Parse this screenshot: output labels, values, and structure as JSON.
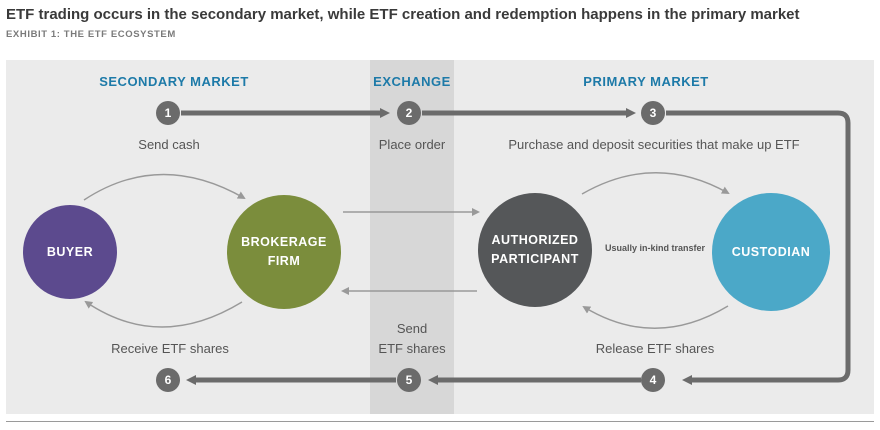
{
  "title": "ETF trading occurs in the secondary market, while ETF creation and redemption happens in the primary market",
  "subtitle": "EXHIBIT 1: THE ETF ECOSYSTEM",
  "sections": {
    "secondary": "SECONDARY MARKET",
    "exchange": "EXCHANGE",
    "primary": "PRIMARY MARKET"
  },
  "nodes": {
    "buyer": "BUYER",
    "brokerage": "BROKERAGE\nFIRM",
    "ap": "AUTHORIZED\nPARTICIPANT",
    "custodian": "CUSTODIAN"
  },
  "steps": {
    "s1": "1",
    "s2": "2",
    "s3": "3",
    "s4": "4",
    "s5": "5",
    "s6": "6"
  },
  "labels": {
    "send_cash": "Send cash",
    "place_order": "Place order",
    "purchase": "Purchase and deposit securities that make up ETF",
    "receive": "Receive ETF shares",
    "send_etf_1": "Send",
    "send_etf_2": "ETF shares",
    "release": "Release ETF shares",
    "in_kind": "Usually in-kind transfer"
  },
  "colors": {
    "heading": "#1d7aa8",
    "buyer": "#5c4a8e",
    "brokerage": "#7b8d3c",
    "ap": "#555759",
    "custodian": "#4ba8c8",
    "step": "#6b6b6b",
    "flow_arrow": "#6b6b6b"
  }
}
